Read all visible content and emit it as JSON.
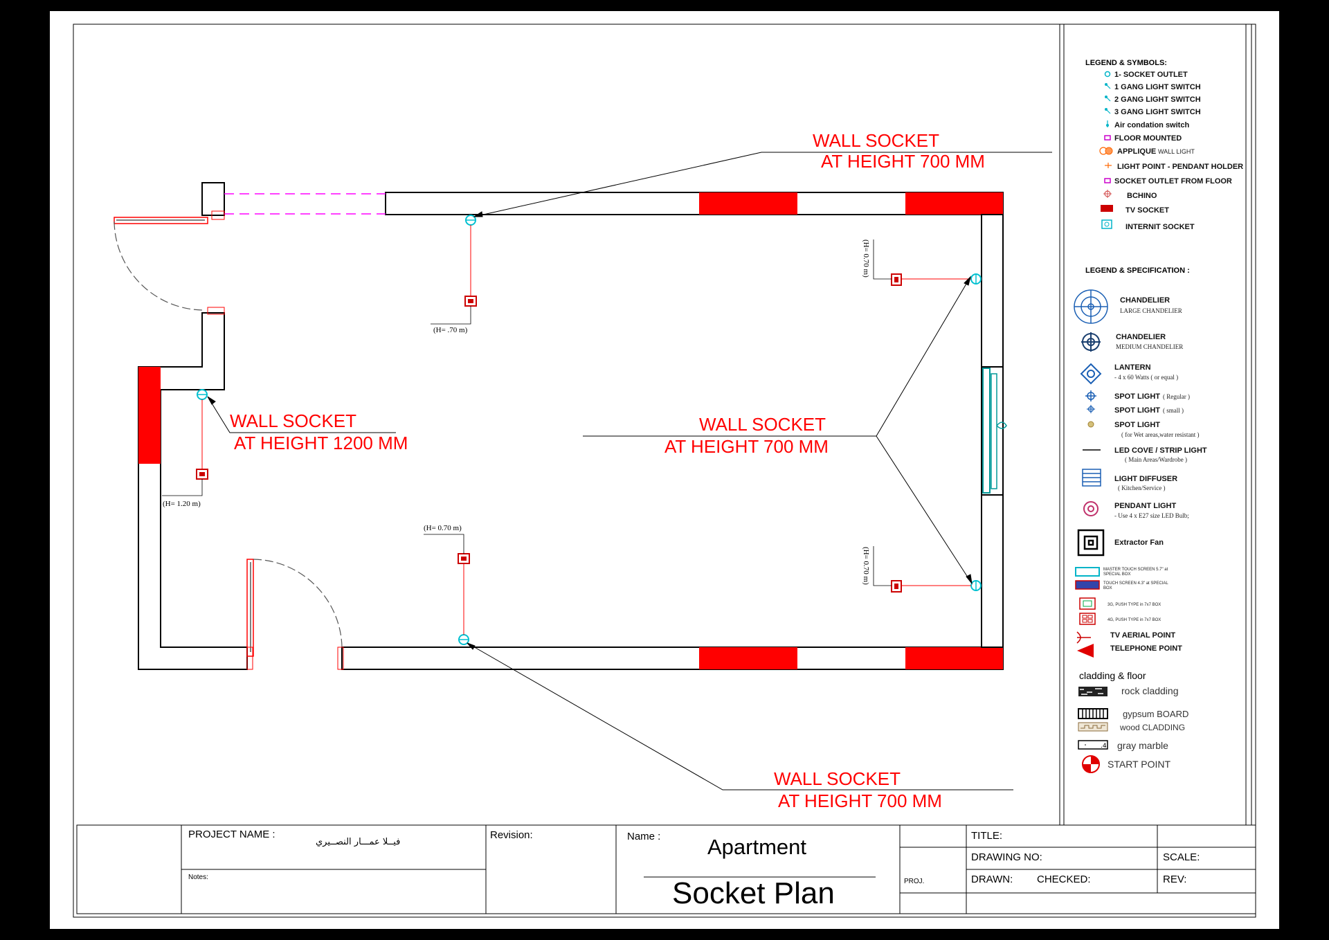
{
  "annotations": {
    "top_right": {
      "line1": "WALL SOCKET",
      "line2": "AT HEIGHT 700 MM"
    },
    "left": {
      "line1": "WALL SOCKET",
      "line2": "AT HEIGHT 1200 MM"
    },
    "center": {
      "line1": "WALL SOCKET",
      "line2": "AT HEIGHT 700 MM"
    },
    "bottom": {
      "line1": "WALL SOCKET",
      "line2": "AT HEIGHT 700 MM"
    }
  },
  "height_labels": {
    "top_socket": "(H= .70 m)",
    "left_socket": "(H= 1.20 m)",
    "bottom_socket": "(H= 0.70 m)",
    "right_top": "(H= 0.70 m)",
    "right_bottom": "(H= 0.70 m)"
  },
  "legend_symbols": {
    "title": "LEGEND & SYMBOLS:",
    "items": [
      {
        "label": "1- SOCKET OUTLET",
        "icon": "socket-outlet-icon",
        "color": "#00b4c8"
      },
      {
        "label": "1 GANG LIGHT SWITCH",
        "icon": "one-gang-switch-icon",
        "color": "#00b4c8"
      },
      {
        "label": "2 GANG LIGHT SWITCH",
        "icon": "two-gang-switch-icon",
        "color": "#00b4c8"
      },
      {
        "label": "3 GANG LIGHT SWITCH",
        "icon": "three-gang-switch-icon",
        "color": "#00b4c8"
      },
      {
        "label": "Air condation switch",
        "icon": "ac-switch-icon",
        "color": "#00b4c8"
      },
      {
        "label": "FLOOR MOUNTED",
        "icon": "floor-mounted-icon",
        "color": "#cc00cc"
      },
      {
        "label": "APPLIQUE",
        "sub": "WALL LIGHT",
        "icon": "applique-icon",
        "color": "#ff6600"
      },
      {
        "label": "LIGHT POINT - PENDANT HOLDER",
        "icon": "light-point-icon",
        "color": "#ff6600"
      },
      {
        "label": "SOCKET OUTLET FROM FLOOR",
        "icon": "floor-socket-icon",
        "color": "#cc00cc"
      },
      {
        "label": "BCHINO",
        "icon": "bchino-icon",
        "color": "#cc3333"
      },
      {
        "label": "TV SOCKET",
        "icon": "tv-socket-icon",
        "color": "#cc0000"
      },
      {
        "label": "INTERNIT SOCKET",
        "icon": "internet-socket-icon",
        "color": "#00b4c8"
      }
    ]
  },
  "legend_spec": {
    "title": "LEGEND  & SPECIFICATION :",
    "items": [
      {
        "label": "CHANDELIER",
        "sub": "LARGE CHANDELIER",
        "icon": "large-chandelier-icon"
      },
      {
        "label": "CHANDELIER",
        "sub": "MEDIUM CHANDELIER",
        "icon": "medium-chandelier-icon"
      },
      {
        "label": "LANTERN",
        "sub": "- 4 x 60 Watts ( or equal )",
        "icon": "lantern-icon"
      },
      {
        "label": "SPOT LIGHT",
        "sub": "( Regular )",
        "icon": "spot-light-icon"
      },
      {
        "label": "SPOT LIGHT",
        "sub": "( small )",
        "icon": "small-spot-light-icon"
      },
      {
        "label": "SPOT LIGHT",
        "sub": "( for Wet areas,water resistant )",
        "icon": "wet-spot-light-icon"
      },
      {
        "label": "LED COVE / STRIP LIGHT",
        "sub": "( Main Areas/Wardrobe )",
        "icon": "led-strip-icon"
      },
      {
        "label": "LIGHT DIFFUSER",
        "sub": "( Kitchen/Service )",
        "icon": "light-diffuser-icon"
      },
      {
        "label": "PENDANT LIGHT",
        "sub": "- Use 4 x   E27 size LED Bulb;",
        "icon": "pendant-light-icon"
      },
      {
        "label": "Extractor Fan",
        "icon": "extractor-fan-icon"
      }
    ],
    "small_items": [
      {
        "label": "MASTER TOUCH SCREEN 5.7\" at",
        "label2": "SPECIAL BOX",
        "icon": "master-touch-screen-icon"
      },
      {
        "label": "TOUCH SCREEN 4.3\" at SPECIAL",
        "label2": "BOX",
        "icon": "touch-screen-icon"
      },
      {
        "label": "3G, PUSH TYPE in 7x7 BOX",
        "icon": "three-gang-push-icon"
      },
      {
        "label": "4G, PUSH TYPE in 7x7 BOX",
        "icon": "four-gang-push-icon"
      }
    ],
    "tv_aerial": "TV AERIAL POINT",
    "telephone": "TELEPHONE POINT"
  },
  "cladding": {
    "title": "cladding & floor",
    "items": [
      {
        "label": "rock cladding",
        "icon": "rock-cladding-icon"
      },
      {
        "label": "gypsum BOARD",
        "icon": "gypsum-board-icon"
      },
      {
        "label": "wood CLADDING",
        "icon": "wood-cladding-icon"
      },
      {
        "label": "gray marble",
        "icon": "gray-marble-icon"
      },
      {
        "label": "START POINT",
        "icon": "start-point-icon"
      }
    ]
  },
  "title_block": {
    "project_name_label": "PROJECT NAME :",
    "project_name": "فيــلا عمـــار النصــيري",
    "notes_label": "Notes:",
    "revision_label": "Revision:",
    "name_label": "Name :",
    "name_value": "Apartment",
    "drawing_title": "Socket Plan",
    "proj_label": "PROJ.",
    "title_label": "TITLE:",
    "drawing_no_label": "DRAWING NO:",
    "scale_label": "SCALE:",
    "drawn_label": "DRAWN:",
    "checked_label": "CHECKED:",
    "rev_label": "REV:"
  },
  "colors": {
    "wall": "#000000",
    "wall_fill_highlight": "#ff0000",
    "socket": "#00c0d0",
    "wiring": "#ff0000",
    "annotation": "#ff0000",
    "opening": "#ff00ff"
  }
}
